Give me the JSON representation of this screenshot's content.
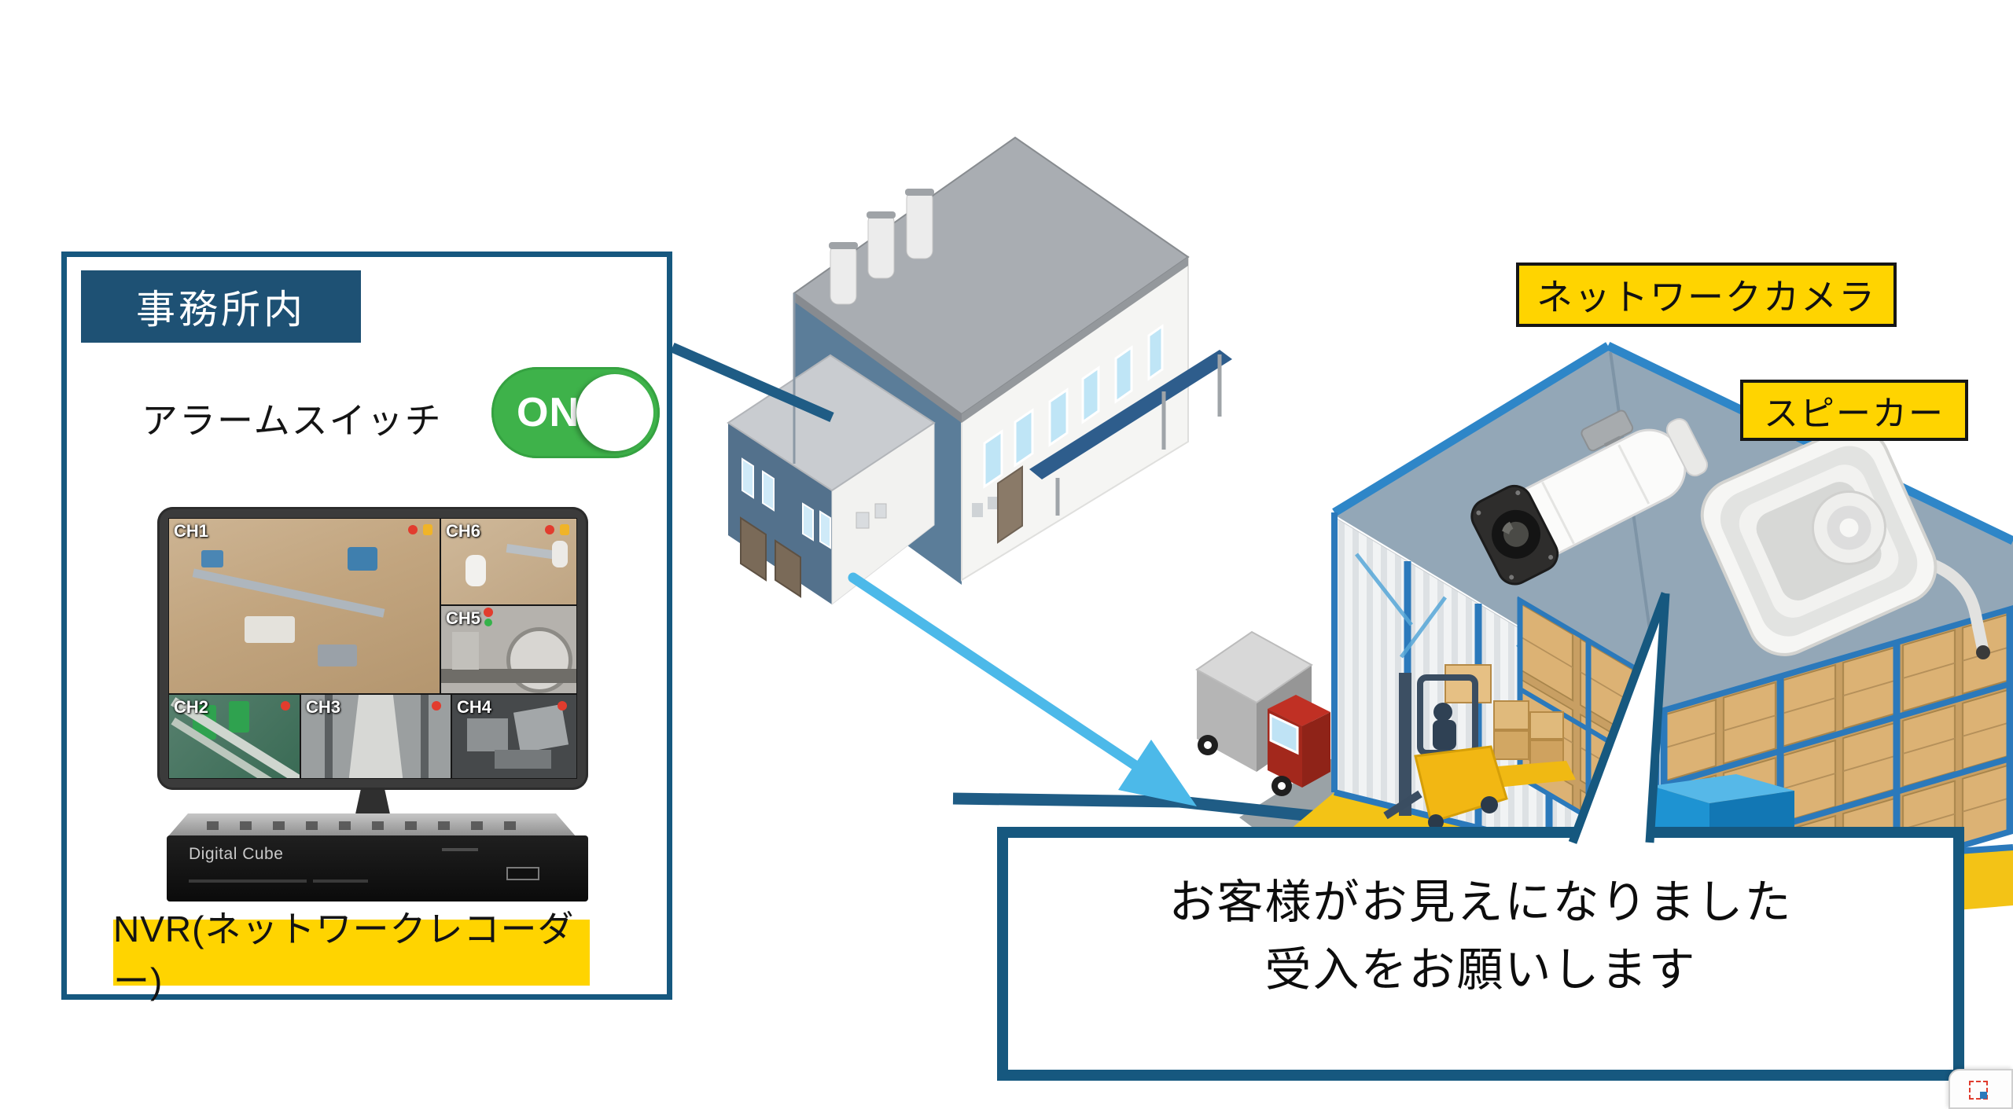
{
  "office": {
    "header": "事務所内",
    "alarm_label": "アラームスイッチ",
    "toggle_state": "ON",
    "monitor": {
      "channels": [
        {
          "label": "CH1"
        },
        {
          "label": "CH2"
        },
        {
          "label": "CH3"
        },
        {
          "label": "CH4"
        },
        {
          "label": "CH5"
        },
        {
          "label": "CH6"
        }
      ]
    },
    "nvr": {
      "brand": "Digital Cube",
      "tag": "NVR(ネットワークレコーダー)"
    }
  },
  "warehouse": {
    "camera_tag": "ネットワークカメラ",
    "speaker_tag": "スピーカー"
  },
  "speech_bubble": {
    "line1": "お客様がお見えになりました",
    "line2": "受入をお願いします"
  },
  "colors": {
    "accent_blue": "#16587f",
    "header_blue": "#1e5174",
    "label_yellow": "#ffd400",
    "toggle_green": "#3eb24a",
    "arrow_light_blue": "#4cb9e9",
    "rack_blue": "#2b79bb",
    "floor_yellow": "#f3c316",
    "record_red": "#e23c2e"
  }
}
